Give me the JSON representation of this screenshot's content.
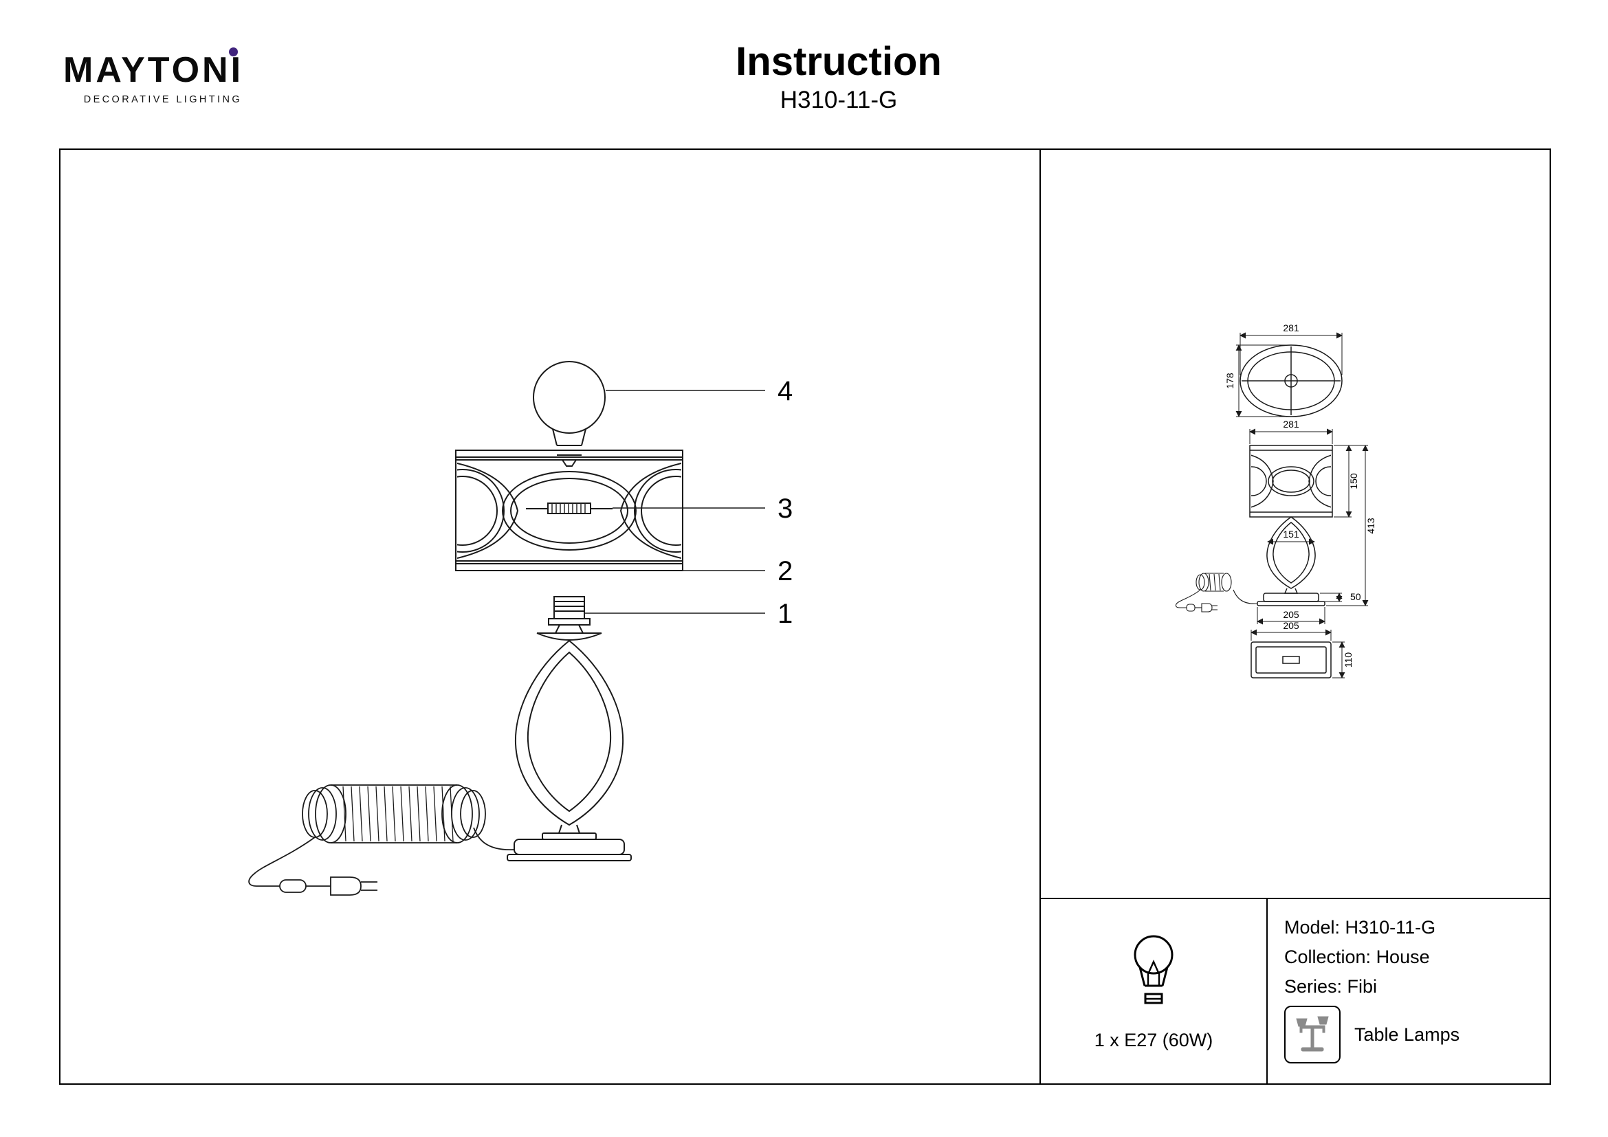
{
  "brand": {
    "name": "MAYTONI",
    "tagline": "DECORATIVE LIGHTING",
    "dot_color": "#40237d"
  },
  "header": {
    "title": "Instruction",
    "model": "H310-11-G"
  },
  "exploded_view": {
    "callouts": [
      {
        "number": "4",
        "part": "light-bulb"
      },
      {
        "number": "3",
        "part": "shade-fitting"
      },
      {
        "number": "2",
        "part": "lampshade"
      },
      {
        "number": "1",
        "part": "socket"
      }
    ]
  },
  "dimension_drawings": {
    "top_view": {
      "width": "281",
      "depth": "178"
    },
    "front_view": {
      "shade_width": "281",
      "shade_height": "150",
      "total_height": "413",
      "body_width": "151",
      "base_width": "205",
      "base_height": "50"
    },
    "base_view": {
      "width": "205",
      "depth": "110"
    }
  },
  "spec_panel": {
    "bulb_spec": "1 x E27 (60W)",
    "model": "Model: H310-11-G",
    "collection": "Collection: House",
    "series": "Series: Fibi",
    "category": "Table Lamps"
  }
}
